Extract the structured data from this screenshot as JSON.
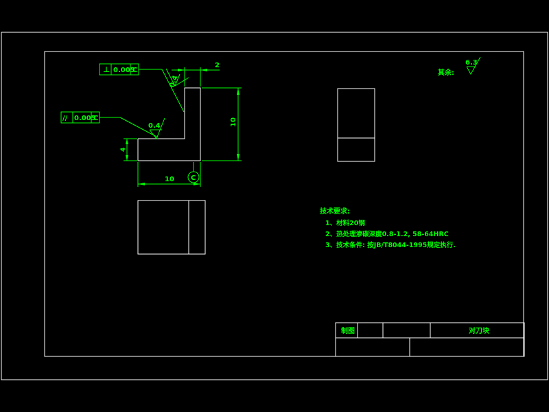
{
  "tolerances": {
    "perpendicularity": {
      "symbol": "⊥",
      "value": "0.005",
      "datum": "C"
    },
    "parallelism": {
      "symbol": "//",
      "value": "0.005",
      "datum": "C"
    }
  },
  "dimensions": {
    "top_width": "2",
    "height": "10",
    "width": "10",
    "step": "4",
    "datum_label": "C"
  },
  "roughness": {
    "surface_a": "0.4",
    "surface_b": "0.4",
    "rest_label": "其余:",
    "rest_value": "6.3"
  },
  "tech_requirements": {
    "title": "技术要求:",
    "items": [
      "1、材料20钢",
      "2、热处理渗碳深度0.8-1.2, 58-64HRC",
      "3、技术条件: 按JB/T8044-1995规定执行."
    ]
  },
  "title_block": {
    "drawn_label": "制图",
    "part_name": "对刀块"
  },
  "colors": {
    "background": "#000000",
    "outline": "#ffffff",
    "annotation": "#00ff00"
  }
}
